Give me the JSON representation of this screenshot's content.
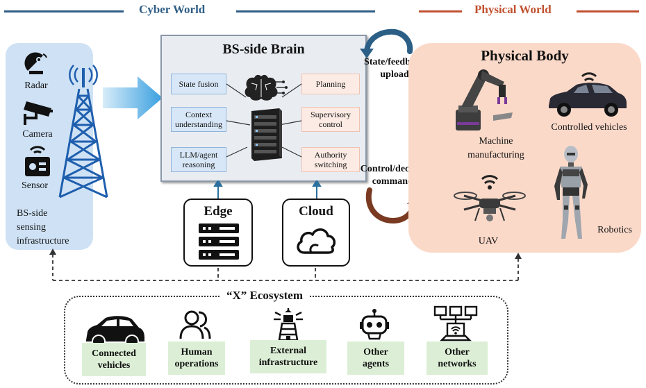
{
  "headers": {
    "cyber": "Cyber World",
    "physical": "Physical World"
  },
  "sensing": {
    "radar": "Radar",
    "camera": "Camera",
    "sensor": "Sensor",
    "infra_line1": "BS-side",
    "infra_line2": "sensing",
    "infra_line3": "infrastructure"
  },
  "brain": {
    "title": "BS-side Brain",
    "left_boxes": [
      {
        "l1": "State fusion",
        "l2": ""
      },
      {
        "l1": "Context",
        "l2": "understanding"
      },
      {
        "l1": "LLM/agent",
        "l2": "reasoning"
      }
    ],
    "right_boxes": [
      {
        "l1": "Planning",
        "l2": ""
      },
      {
        "l1": "Supervisory",
        "l2": "control"
      },
      {
        "l1": "Authority",
        "l2": "switching"
      }
    ]
  },
  "edge": {
    "label": "Edge"
  },
  "cloud": {
    "label": "Cloud"
  },
  "links": {
    "upload_l1": "State/feedback",
    "upload_l2": "upload",
    "commands_l1": "Control/decision",
    "commands_l2": "commands"
  },
  "physical": {
    "title": "Physical Body",
    "machine_l1": "Machine",
    "machine_l2": "manufacturing",
    "vehicles": "Controlled vehicles",
    "uav": "UAV",
    "robotics": "Robotics"
  },
  "ecosystem": {
    "title": "“X” Ecosystem",
    "items": [
      {
        "l1": "Connected",
        "l2": "vehicles"
      },
      {
        "l1": "Human",
        "l2": "operations"
      },
      {
        "l1": "External",
        "l2": "infrastructure"
      },
      {
        "l1": "Other",
        "l2": "agents"
      },
      {
        "l1": "Other",
        "l2": "networks"
      }
    ]
  },
  "colors": {
    "cyber_header": "#2f5d86",
    "physical_header": "#c0502e",
    "sensing_bg": "#cfe2f5",
    "physical_bg": "#fbd9c9",
    "brain_bg": "#e9edf2",
    "green": "#dcefd6"
  }
}
